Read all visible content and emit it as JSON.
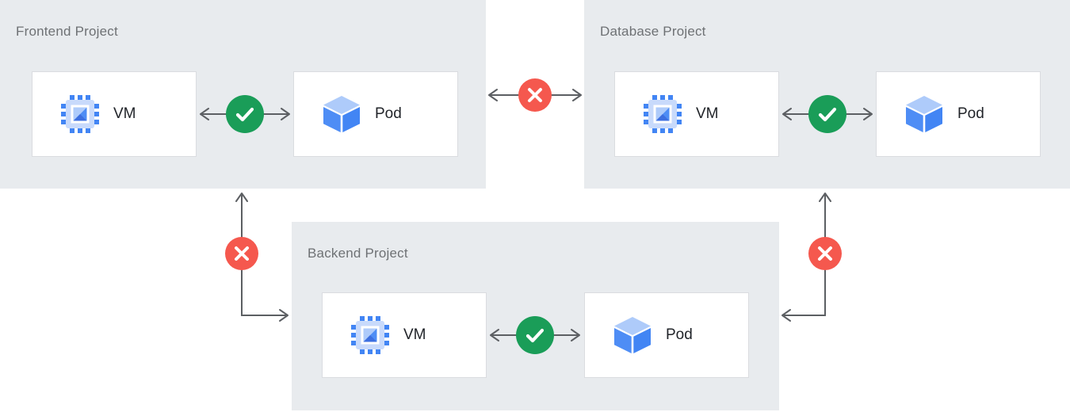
{
  "projects": {
    "frontend": {
      "title": "Frontend Project",
      "vm_label": "VM",
      "pod_label": "Pod"
    },
    "database": {
      "title": "Database Project",
      "vm_label": "VM",
      "pod_label": "Pod"
    },
    "backend": {
      "title": "Backend Project",
      "vm_label": "VM",
      "pod_label": "Pod"
    }
  },
  "connections": {
    "frontend_vm_pod": {
      "from": "VM",
      "to": "Pod",
      "status": "allowed",
      "icon": "check-circle-icon"
    },
    "database_vm_pod": {
      "from": "VM",
      "to": "Pod",
      "status": "allowed",
      "icon": "check-circle-icon"
    },
    "backend_vm_pod": {
      "from": "VM",
      "to": "Pod",
      "status": "allowed",
      "icon": "check-circle-icon"
    },
    "frontend_database": {
      "from": "Frontend Project",
      "to": "Database Project",
      "status": "blocked",
      "icon": "x-circle-icon"
    },
    "frontend_backend": {
      "from": "Frontend Project",
      "to": "Backend Project",
      "status": "blocked",
      "icon": "x-circle-icon"
    },
    "database_backend": {
      "from": "Database Project",
      "to": "Backend Project",
      "status": "blocked",
      "icon": "x-circle-icon"
    }
  },
  "icons": {
    "vm": "compute-chip-icon",
    "pod": "cube-icon",
    "allowed": "check-circle-icon",
    "blocked": "x-circle-icon"
  },
  "colors": {
    "allowed_green": "#1a9d58",
    "blocked_red": "#f5584e",
    "arrow_gray": "#5c5f63",
    "panel_bg": "#e8ebee",
    "panel_title": "#6e7174",
    "node_bg": "#ffffff",
    "node_border": "#dadce0",
    "node_label": "#212429",
    "icon_blue": "#4285f4",
    "icon_blue_mid": "#4e8df5",
    "icon_blue_light": "#aecbfa",
    "icon_blue_pale": "#c8dafb",
    "icon_blue_dark": "#3d6fe0"
  }
}
